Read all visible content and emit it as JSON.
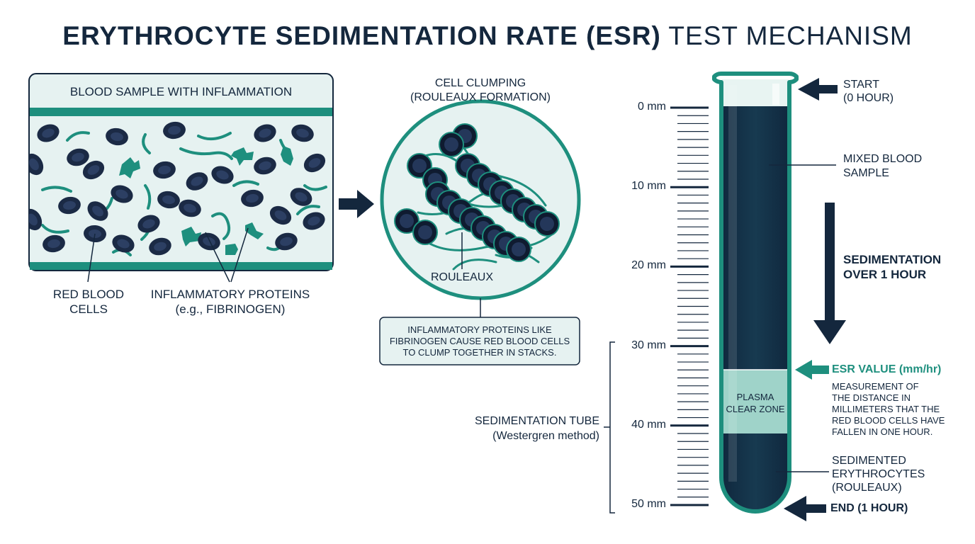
{
  "title": {
    "bold": "ERYTHROCYTE SEDIMENTATION RATE (ESR)",
    "rest": "TEST MECHANISM"
  },
  "panel1": {
    "heading": "BLOOD SAMPLE WITH INFLAMMATION",
    "label_rbc_line1": "RED BLOOD",
    "label_rbc_line2": "CELLS",
    "label_proteins_line1": "INFLAMMATORY PROTEINS",
    "label_proteins_line2": "(e.g., FIBRINOGEN)"
  },
  "panel2": {
    "heading_line1": "CELL CLUMPING",
    "heading_line2": "(ROULEAUX FORMATION)",
    "rouleaux_label": "ROULEAUX",
    "note_line1": "INFLAMMATORY PROTEINS LIKE",
    "note_line2": "FIBRINOGEN CAUSE RED BLOOD CELLS",
    "note_line3": "TO CLUMP TOGETHER IN STACKS."
  },
  "tube": {
    "scale_ticks": [
      "0 mm",
      "10 mm",
      "20 mm",
      "30 mm",
      "40 mm",
      "50 mm"
    ],
    "tube_label_line1": "SEDIMENTATION TUBE",
    "tube_label_line2": "(Westergren method)",
    "plasma_line1": "PLASMA",
    "plasma_line2": "CLEAR ZONE",
    "esr_reading_mm": 31
  },
  "annotations": {
    "start_line1": "START",
    "start_line2": "(0 HOUR)",
    "mixed_line1": "MIXED BLOOD",
    "mixed_line2": "SAMPLE",
    "sed_line1": "SEDIMENTATION",
    "sed_line2": "OVER 1 HOUR",
    "esr_title": "ESR VALUE (mm/hr)",
    "esr_desc_line1": "MEASUREMENT OF",
    "esr_desc_line2": "THE DISTANCE IN",
    "esr_desc_line3": "MILLIMETERS THAT THE",
    "esr_desc_line4": "RED BLOOD CELLS HAVE",
    "esr_desc_line5": "FALLEN IN ONE HOUR.",
    "sedimented_line1": "SEDIMENTED",
    "sedimented_line2": "ERYTHROCYTES",
    "sedimented_line3": "(ROULEAUX)",
    "end_label": "END (1 HOUR)"
  },
  "colors": {
    "navy": "#14273d",
    "teal": "#1e8f7e",
    "light": "#e6f2f1",
    "cell": "#1b2a45"
  }
}
